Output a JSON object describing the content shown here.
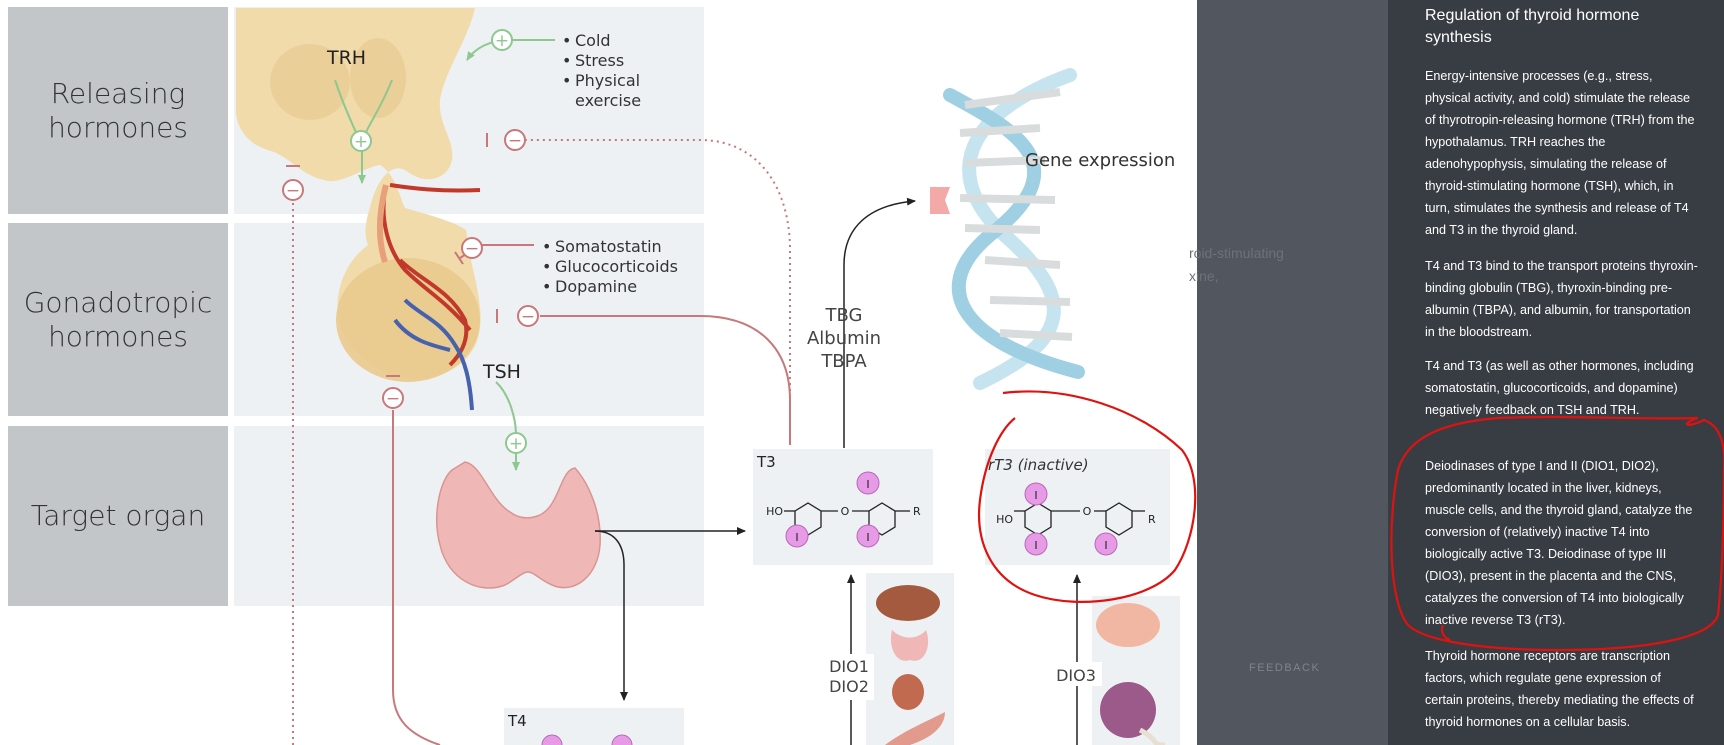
{
  "diagram": {
    "rows": [
      {
        "label_line1": "Releasing",
        "label_line2": "hormones"
      },
      {
        "label_line1": "Gonadotropic",
        "label_line2": "hormones"
      },
      {
        "label_line1": "Target organ",
        "label_line2": ""
      }
    ],
    "trh_label": "TRH",
    "tsh_label": "TSH",
    "stimuli": [
      "Cold",
      "Stress",
      "Physical",
      "exercise"
    ],
    "inhibitors": [
      "Somatostatin",
      "Glucocorticoids",
      "Dopamine"
    ],
    "transport": [
      "TBG",
      "Albumin",
      "TBPA"
    ],
    "gene_expression": "Gene expression",
    "t3_label": "T3",
    "rt3_label": "rT3 (inactive)",
    "t4_label": "T4",
    "dio12": [
      "DIO1",
      "DIO2"
    ],
    "dio3": "DIO3",
    "molecule": {
      "ho": "HO",
      "o": "O",
      "r": "R",
      "iodine": "I"
    },
    "plus_sign": "+",
    "minus_sign": "−"
  },
  "overlay": {
    "ghost_line1": "roid-stimulating",
    "ghost_line2": "xine,",
    "feedback": "FEEDBACK"
  },
  "panel": {
    "title": "Regulation of thyroid hormone synthesis",
    "paragraphs": [
      "Energy-intensive processes (e.g., stress, physical activity, and cold) stimulate the release of thyrotropin-releasing hormone (TRH) from the hypothalamus. TRH reaches the adenohypophysis, simulating the release of thyroid-stimulating hormone (TSH), which, in turn, stimulates the synthesis and release of T4 and T3 in the thyroid gland.",
      "T4 and T3 bind to the transport proteins thyroxin-binding globulin (TBG), thyroxin-binding pre-albumin (TBPA), and albumin, for transportation in the bloodstream.",
      "T4 and T3 (as well as other hormones, including somatostatin, glucocorticoids, and dopamine) negatively feedback on TSH and TRH.",
      "Deiodinases of type I and II (DIO1, DIO2), predominantly located in the liver, kidneys, muscle cells, and the thyroid gland, catalyze the conversion of (relatively) inactive T4 into biologically active T3. Deiodinase of type III (DIO3), present in the placenta and the CNS, catalyzes the conversion of T4 into biologically inactive reverse T3 (rT3).",
      "Thyroid hormone receptors are transcription factors, which regulate gene expression of certain proteins, thereby mediating the effects of thyroid hormones on a cellular basis."
    ]
  },
  "colors": {
    "row_label_bg": "#c3c6c9",
    "row_band_bg": "#eef1f4",
    "hypothalamus": "#f1d9a6",
    "stimulate_green": "#8cc88f",
    "inhibit_red": "#c8787a",
    "dna_blue": "#9fcfe2",
    "iodine_pink": "#e79ae6",
    "panel_bg": "#383d43",
    "overlay_bg": "#52565e",
    "annotation_red": "#e0120f"
  }
}
